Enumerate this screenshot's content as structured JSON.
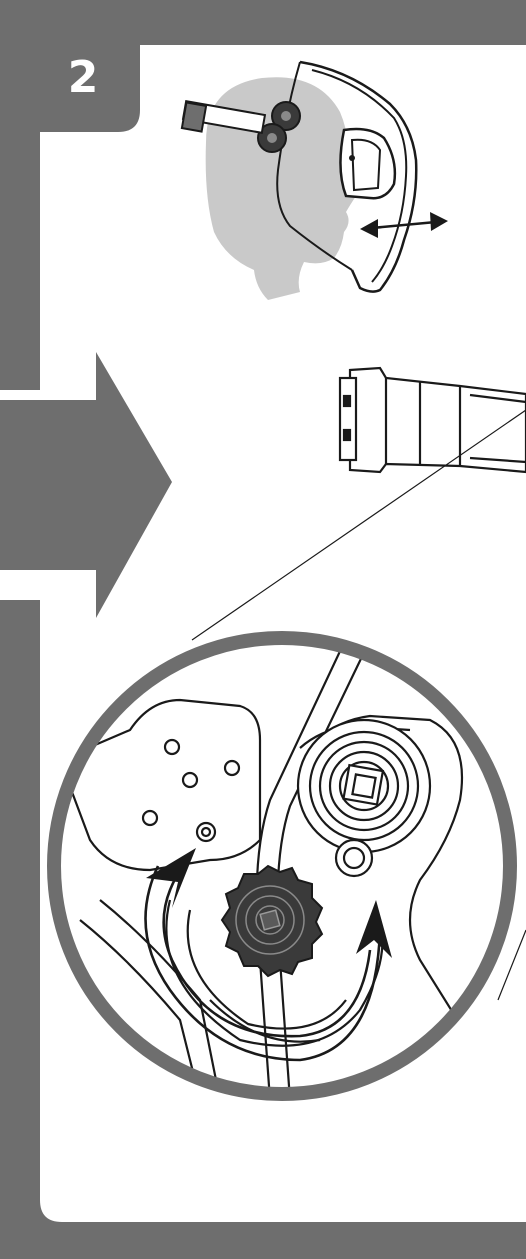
{
  "step": {
    "number": "2"
  },
  "colors": {
    "frame": "#6e6e6e",
    "arrow": "#6e6e6e",
    "head_silhouette": "#c9c9c9",
    "knob": "#3a3a3a",
    "line": "#1a1a1a"
  },
  "icons": [
    "head-with-welding-helmet",
    "double-headed-arrow",
    "right-arrow",
    "headgear-knob",
    "rotation-arrow"
  ]
}
